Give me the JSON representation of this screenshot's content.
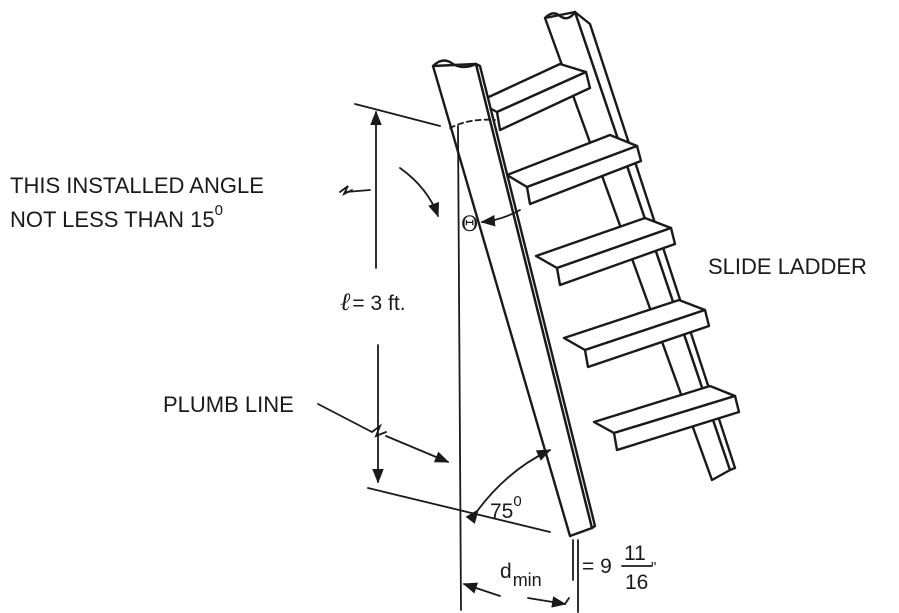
{
  "labels": {
    "angle_note_line1": "THIS INSTALLED ANGLE",
    "angle_note_line2": "NOT LESS THAN 15",
    "angle_note_sup": "0",
    "title": "SLIDE LADDER",
    "length_symbol": "ℓ",
    "length_value": "= 3 ft.",
    "plumb_line": "PLUMB LINE",
    "theta": "Θ",
    "angle_75": "75",
    "angle_75_sup": "0",
    "d_min": "d",
    "d_min_sub": "min",
    "dim_prefix": "= 9",
    "frac_num": "11",
    "frac_den": "16",
    "inch_mark": "\""
  },
  "colors": {
    "ink": "#1a1a1a",
    "background": "#ffffff"
  }
}
